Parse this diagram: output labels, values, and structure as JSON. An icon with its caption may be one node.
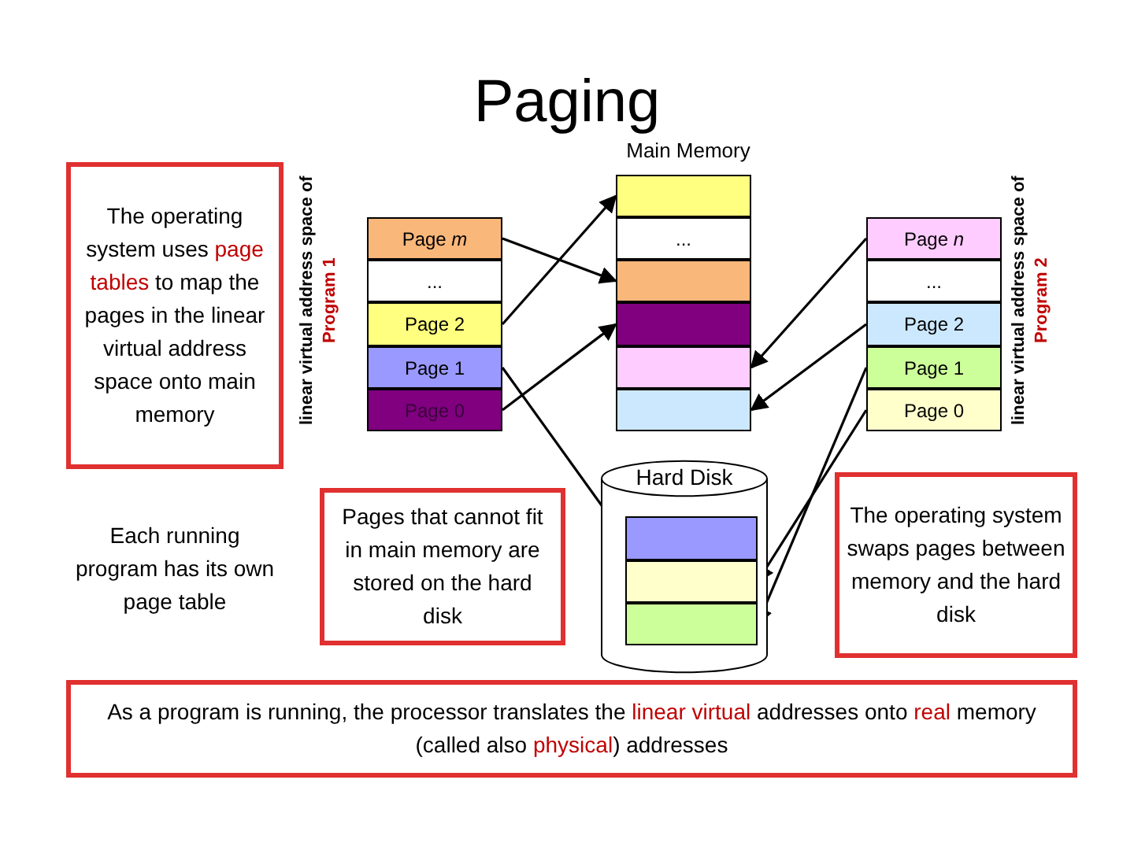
{
  "diagram": {
    "title": "Paging",
    "nodes": [
      {
        "text": [
          "The operating system uses **page tables** to map the pages in the linear virtual address space onto main memory"
        ]
      },
      {
        "text": [
          "Page *m*"
        ]
      },
      {
        "text": [
          "..."
        ]
      },
      {
        "text": [
          "Page 2"
        ]
      },
      {
        "text": [
          "Page 1"
        ]
      },
      {
        "text": [
          "Page 0"
        ]
      },
      {
        "text": [],
        "shape": "box"
      },
      {
        "text": [
          "..."
        ]
      },
      {
        "text": [],
        "shape": "box"
      },
      {
        "text": [],
        "shape": "box"
      },
      {
        "text": [],
        "shape": "box"
      },
      {
        "text": [],
        "shape": "box"
      },
      {
        "text": [
          "Page *n*"
        ]
      },
      {
        "text": [
          "..."
        ]
      },
      {
        "text": [
          "Page 2"
        ]
      },
      {
        "text": [
          "Page 1"
        ]
      },
      {
        "text": [
          "Page 0"
        ]
      },
      {
        "text": [
          "Pages that cannot fit in main memory are stored on the hard disk"
        ]
      },
      {
        "text": [
          "Hard Disk"
        ]
      },
      {
        "text": [],
        "shape": "box",
        "in": 18
      },
      {
        "text": [],
        "shape": "box",
        "in": 18
      },
      {
        "text": [],
        "shape": "box",
        "in": 18
      },
      {
        "text": [
          "The operating system swaps pages between memory and the hard disk"
        ]
      },
      {
        "text": [
          "As a program is running, the processor translates the **linear virtual** addresses onto **real** memory (called also **physical**) addresses"
        ]
      }
    ],
    "edges": [
      {
        "from": 1,
        "to": 8,
        "arrow": "to"
      },
      {
        "from": 3,
        "to": 6,
        "arrow": "to"
      },
      {
        "from": 4,
        "to": 19,
        "arrow": "to"
      },
      {
        "from": 5,
        "to": 9,
        "arrow": "to"
      },
      {
        "from": 12,
        "to": 10,
        "arrow": "to"
      },
      {
        "from": 14,
        "to": 11,
        "arrow": "to"
      },
      {
        "from": 15,
        "to": 21,
        "arrow": "to"
      },
      {
        "from": 16,
        "to": 20,
        "arrow": "to"
      }
    ],
    "labels": [
      "Main Memory",
      "linear virtual address space of **Program 1**",
      "linear virtual address space of **Program 2**",
      "Each running program has its own page table"
    ]
  }
}
